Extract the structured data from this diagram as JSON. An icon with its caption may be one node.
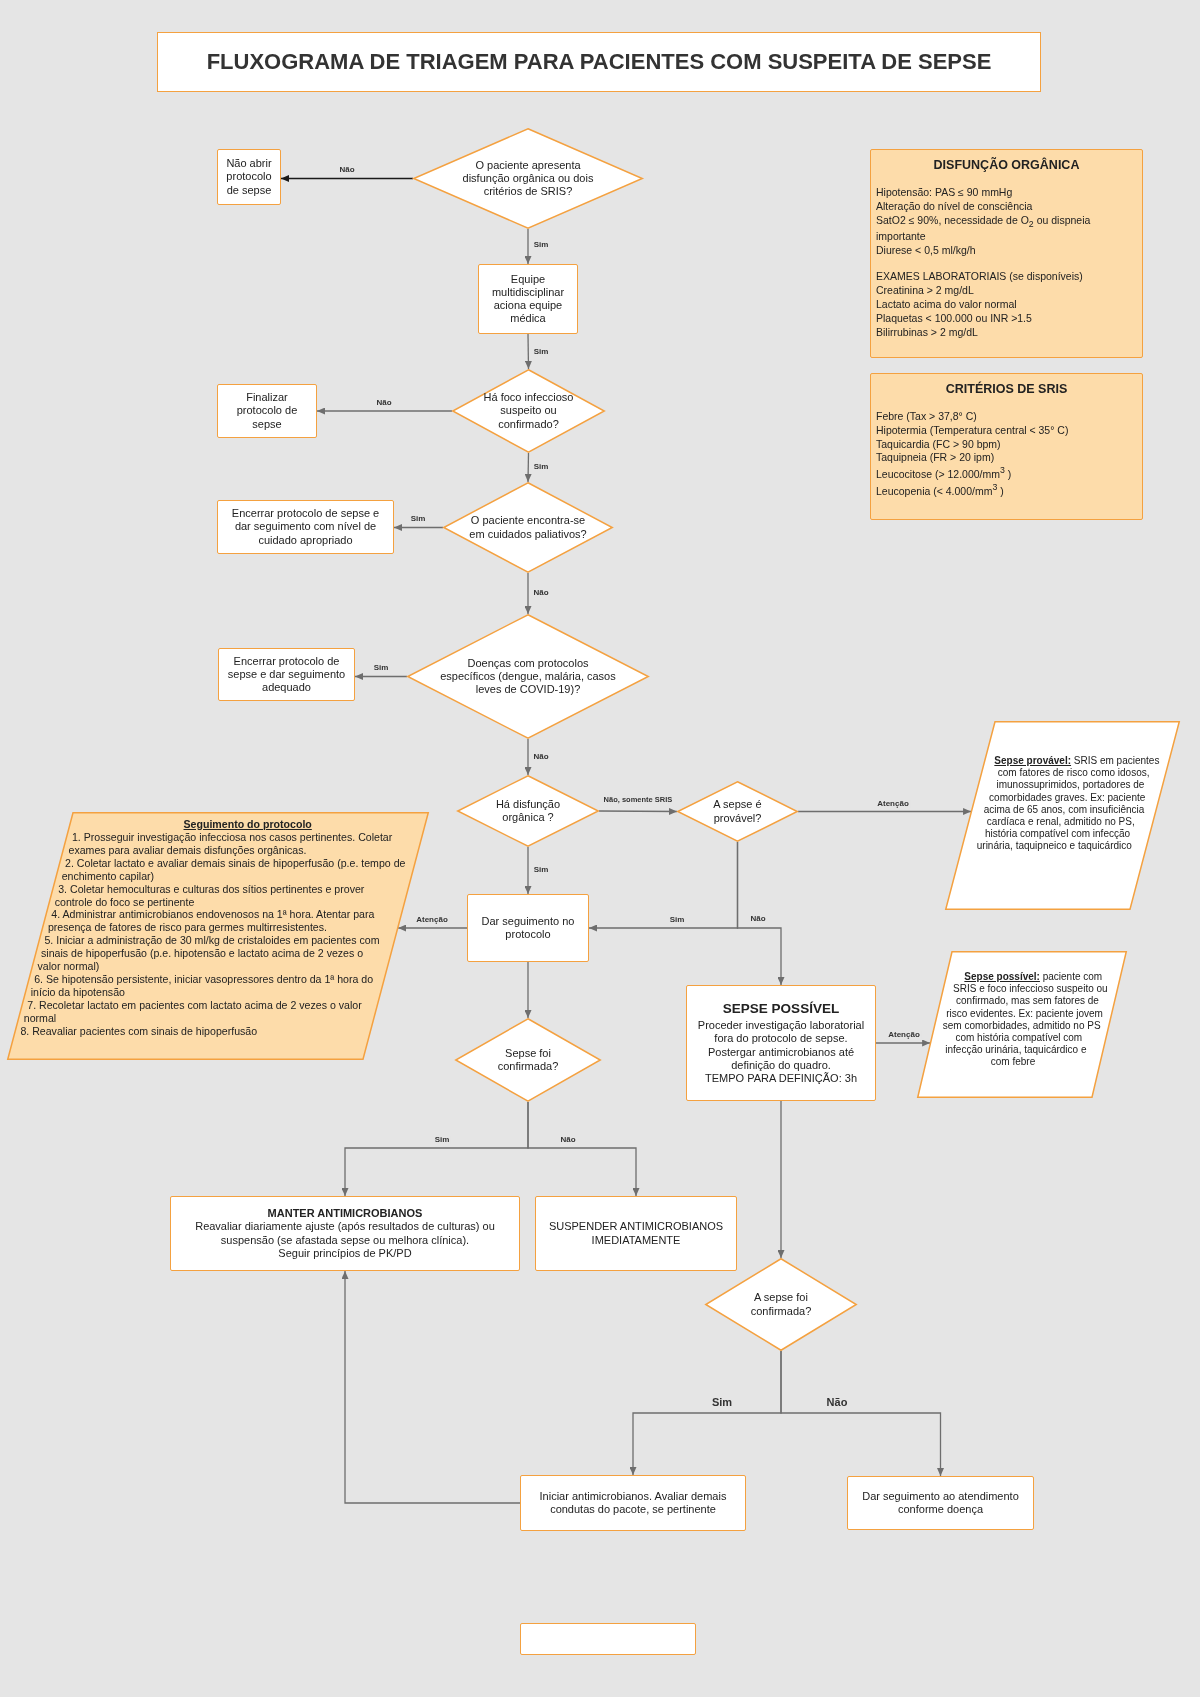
{
  "diagram": {
    "title": "FLUXOGRAMA DE TRIAGEM PARA PACIENTES COM SUSPEITA DE SEPSE",
    "nodes": [
      {
        "text": [
          "O paciente apresenta disfunção orgânica ou dois critérios de SRIS?"
        ]
      },
      {
        "text": [
          "Não abrir protocolo de sepse"
        ]
      },
      {
        "text": [
          "Equipe multidisciplinar aciona equipe médica"
        ]
      },
      {
        "text": [
          "Há foco infeccioso suspeito ou confirmado?"
        ]
      },
      {
        "text": [
          "Finalizar protocolo de sepse"
        ]
      },
      {
        "text": [
          "O paciente encontra-se em cuidados paliativos?"
        ]
      },
      {
        "text": [
          "Encerrar protocolo de sepse e dar seguimento com nível de cuidado apropriado"
        ]
      },
      {
        "text": [
          "Doenças com protocolos específicos (dengue, malária, casos leves de COVID-19)?"
        ]
      },
      {
        "text": [
          "Encerrar protocolo de sepse e dar seguimento adequado"
        ]
      },
      {
        "text": [
          "Há disfunção orgânica ?"
        ]
      },
      {
        "text": [
          "A sepse é provável?"
        ]
      },
      {
        "text": [
          "**Sepse provável:** SRIS em pacientes com fatores de risco como idosos, imunossuprimidos, portadores de comorbidades graves. Ex: paciente acima de 65 anos, com insuficiência cardíaca e renal, admitido no PS, história compatível com infecção urinária, taquipneico e taquicárdico"
        ]
      },
      {
        "text": [
          "Dar seguimento no protocolo"
        ]
      },
      {
        "text": [
          "Seguimento do protocolo",
          "1. Prosseguir investigação infecciosa nos casos pertinentes. Coletar exames para avaliar demais disfunções orgânicas.",
          "2. Coletar lactato e avaliar demais sinais de hipoperfusão (p.e. tempo de enchimento capilar)",
          "3. Coletar hemoculturas e culturas dos sítios pertinentes e prover controle do foco se pertinente",
          "4. Administrar antimicrobianos endovenosos na 1ª hora. Atentar para presença de fatores de risco para germes multirresistentes.",
          "5. Iniciar a administração de 30 ml/kg de cristaloides em pacientes com sinais de hipoperfusão (p.e. hipotensão e lactato acima de 2 vezes o valor normal)",
          "6. Se hipotensão persistente, iniciar vasopressores dentro da 1ª hora do início da hipotensão",
          "7. Recoletar lactato em pacientes com lactato acima de 2 vezes o valor normal",
          "8. Reavaliar pacientes com sinais de hipoperfusão"
        ]
      },
      {
        "text": [
          "Sepse foi confirmada?"
        ]
      },
      {
        "text": [
          "SEPSE POSSÍVEL",
          "Proceder investigação laboratorial fora do protocolo de sepse.",
          "Postergar antimicrobianos até definição do quadro.",
          "TEMPO PARA DEFINIÇÃO: 3h"
        ]
      },
      {
        "text": [
          "**Sepse possível:** paciente com SRIS e foco infeccioso suspeito ou confirmado, mas sem fatores de risco evidentes. Ex: paciente jovem sem comorbidades, admitido no PS com história compatível com infecção urinária, taquicárdico e com febre"
        ]
      },
      {
        "text": [
          "MANTER ANTIMICROBIANOS",
          "Reavaliar diariamente ajuste (após resultados de culturas) ou suspensão (se afastada sepse ou melhora clínica).",
          "Seguir princípios de PK/PD"
        ]
      },
      {
        "text": [
          "SUSPENDER ANTIMICROBIANOS IMEDIATAMENTE"
        ]
      },
      {
        "text": [
          "A sepse foi confirmada?"
        ]
      },
      {
        "text": [
          "Iniciar antimicrobianos. Avaliar demais condutas do pacote, se pertinente"
        ]
      },
      {
        "text": [
          "Dar seguimento ao atendimento conforme doença"
        ]
      },
      {
        "text": [
          "DISFUNÇÃO ORGÂNICA",
          "Hipotensão: PAS ≤ 90 mmHg",
          "Alteração do nível de consciência",
          "SatO2 ≤ 90%, necessidade de O$_{2}$ ou dispneia importante",
          "Diurese < 0,5 ml/kg/h",
          "EXAMES LABORATORIAIS (se disponíveis)",
          "Creatinina > 2 mg/dL",
          "Lactato acima do valor normal",
          "Plaquetas < 100.000 ou INR >1.5",
          "Bilirrubinas > 2 mg/dL"
        ]
      },
      {
        "text": [
          "CRITÉRIOS DE SRIS",
          "Febre (Tax > 37,8° C)",
          "Hipotermia (Temperatura central < 35° C)",
          "Taquicardia (FC > 90 bpm)",
          "Taquipneia (FR > 20 ipm)",
          "Leucocitose (> 12.000/mm$^{3}$ )",
          "Leucopenia (< 4.000/mm$^{3}$ )"
        ]
      },
      {
        "text": [],
        "shape": "box"
      }
    ],
    "edges": [
      {
        "from": 0,
        "to": 1,
        "label": "Não",
        "arrow": "to",
        "color": "#1a1a1a"
      },
      {
        "from": 0,
        "to": 2,
        "label": "Sim",
        "arrow": "to"
      },
      {
        "from": 2,
        "to": 3,
        "label": "Sim",
        "arrow": "to"
      },
      {
        "from": 3,
        "to": 4,
        "label": "Não",
        "arrow": "to"
      },
      {
        "from": 3,
        "to": 5,
        "label": "Sim",
        "arrow": "to"
      },
      {
        "from": 5,
        "to": 6,
        "label": "Sim",
        "arrow": "to"
      },
      {
        "from": 5,
        "to": 7,
        "label": "Não",
        "arrow": "to"
      },
      {
        "from": 7,
        "to": 8,
        "label": "Sim",
        "arrow": "to"
      },
      {
        "from": 7,
        "to": 9,
        "label": "Não",
        "arrow": "to"
      },
      {
        "from": 9,
        "to": 10,
        "label": "Não, somente SRIS",
        "arrow": "to"
      },
      {
        "from": 9,
        "to": 12,
        "label": "Sim",
        "arrow": "to"
      },
      {
        "from": 10,
        "to": 11,
        "label": "Atenção",
        "arrow": "to"
      },
      {
        "from": 10,
        "to": 12,
        "label": "Sim",
        "arrow": "to"
      },
      {
        "from": 10,
        "to": 15,
        "label": "Não",
        "arrow": "to"
      },
      {
        "from": 12,
        "to": 13,
        "label": "Atenção",
        "arrow": "to"
      },
      {
        "from": 12,
        "to": 14,
        "arrow": "to"
      },
      {
        "from": 14,
        "to": 17,
        "label": "Sim",
        "arrow": "to"
      },
      {
        "from": 14,
        "to": 18,
        "label": "Não",
        "arrow": "to"
      },
      {
        "from": 15,
        "to": 16,
        "label": "Atenção",
        "arrow": "to"
      },
      {
        "from": 15,
        "to": 19,
        "arrow": "to"
      },
      {
        "from": 19,
        "to": 20,
        "label": "Sim",
        "arrow": "to"
      },
      {
        "from": 19,
        "to": 21,
        "label": "Não",
        "arrow": "to"
      },
      {
        "from": 20,
        "to": 17,
        "arrow": "to"
      }
    ]
  }
}
